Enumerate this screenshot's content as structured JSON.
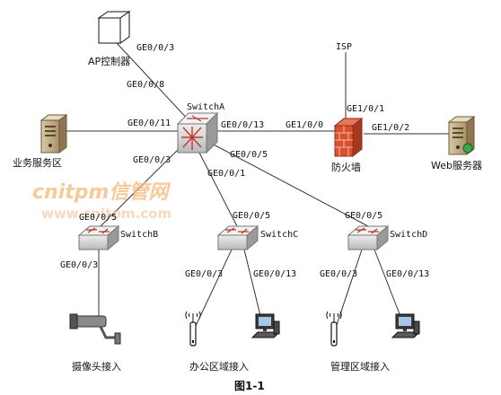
{
  "nodes": {
    "ap_controller": "AP控制器",
    "isp": "ISP",
    "switch_a": "SwitchA",
    "switch_b": "SwitchB",
    "switch_c": "SwitchC",
    "switch_d": "SwitchD",
    "business_area": "业务服务区",
    "firewall": "防火墙",
    "web_server": "Web服务器",
    "camera_access": "摄像头接入",
    "office_access": "办公区域接入",
    "mgmt_access": "管理区域接入"
  },
  "ports": {
    "ap_ge003": "GE0/0/3",
    "sa_ge008": "GE0/0/8",
    "sa_ge0011": "GE0/0/11",
    "sa_ge0013": "GE0/0/13",
    "fw_ge100": "GE1/0/0",
    "fw_ge101": "GE1/0/1",
    "fw_ge102": "GE1/0/2",
    "sa_ge003": "GE0/0/3",
    "sa_ge005": "GE0/0/5",
    "sa_ge001": "GE0/0/1",
    "sb_ge005": "GE0/0/5",
    "sb_ge003": "GE0/0/3",
    "sc_ge005": "GE0/0/5",
    "sc_ge003": "GE0/0/3",
    "sc_ge0013": "GE0/0/13",
    "sd_ge005": "GE0/0/5",
    "sd_ge003": "GE0/0/3",
    "sd_ge0013": "GE0/0/13"
  },
  "watermark": {
    "line1": "cnitpm信管网",
    "line2": "www.cnitpm.com"
  },
  "caption": "图1-1"
}
